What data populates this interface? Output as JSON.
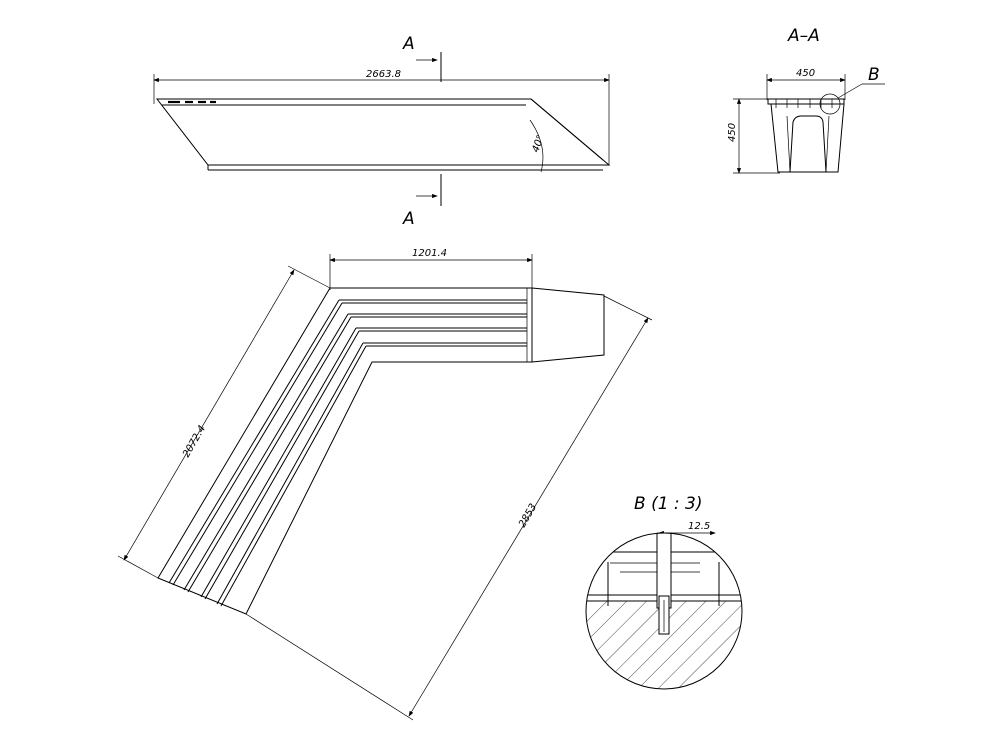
{
  "section_marker": "A",
  "section_title": "A–A",
  "detail_title": "B (1 : 3)",
  "detail_callout": "B",
  "dims": {
    "side_length": "2663.8",
    "angle": "40°",
    "section_width": "450",
    "section_height": "450",
    "top_length": "1201.4",
    "left_length": "2072.4",
    "diagonal": "2853",
    "detail_width": "12.5"
  },
  "colors": {
    "line": "#000000",
    "paper": "#ffffff"
  }
}
